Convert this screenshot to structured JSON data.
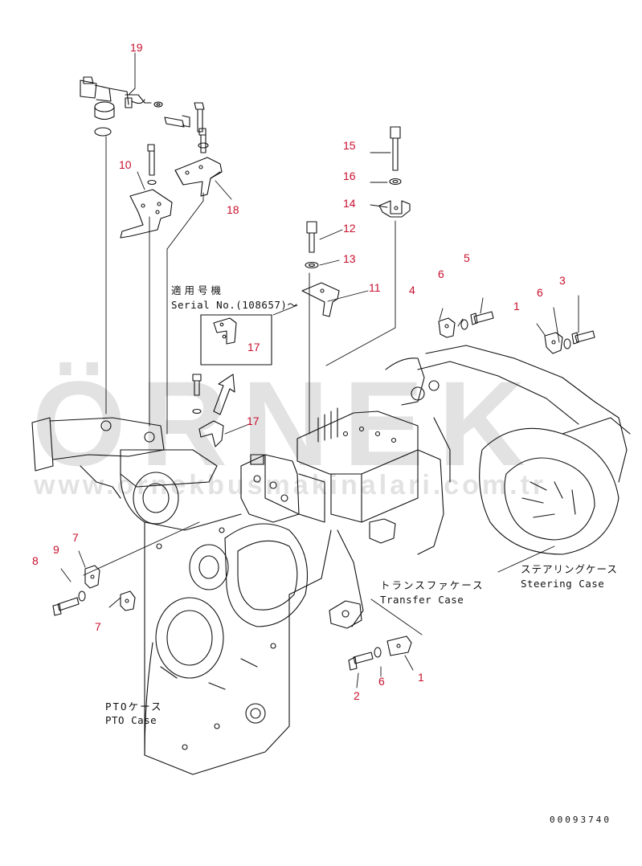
{
  "watermark": {
    "brand": "ÖRNEK",
    "url": "www.ornekbusmakinalari.com.tr"
  },
  "callouts": {
    "c19": "19",
    "c10": "10",
    "c18": "18",
    "c15": "15",
    "c16": "16",
    "c14": "14",
    "c12": "12",
    "c13": "13",
    "c11": "11",
    "c17a": "17",
    "c17b": "17",
    "c5": "5",
    "c6a": "6",
    "c4": "4",
    "c3": "3",
    "c6b": "6",
    "c1a": "1",
    "c7a": "7",
    "c9": "9",
    "c8": "8",
    "c7b": "7",
    "c2": "2",
    "c6c": "6",
    "c1b": "1"
  },
  "labels": {
    "serial_jp": "適用号機",
    "serial_en": "Serial No.(108657)～",
    "transfer_jp": "トランスファケース",
    "transfer_en": "Transfer Case",
    "steering_jp": "ステアリングケース",
    "steering_en": "Steering Case",
    "pto_jp": "PTOケース",
    "pto_en": "PTO Case"
  },
  "document_number": "00093740"
}
